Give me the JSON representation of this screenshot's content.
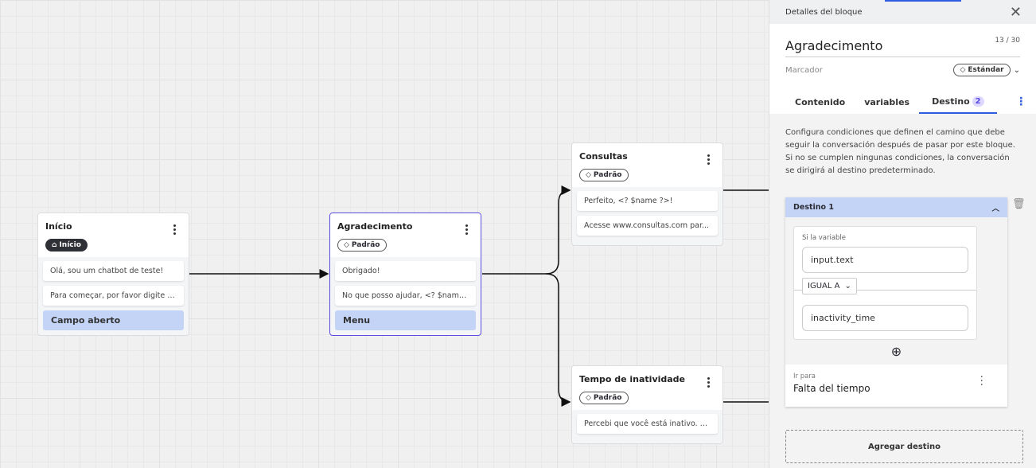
{
  "canvas": {
    "nodes": [
      {
        "title": "Início",
        "tag": "Início",
        "tag_icon": "home-icon",
        "messages": [
          "Olá, sou um chatbot de teste!",
          "Para começar, por favor digite o ..."
        ],
        "input": "Campo aberto"
      },
      {
        "title": "Agradecimento",
        "tag": "Padrão",
        "tag_icon": "tag-icon",
        "messages": [
          "Obrigado!",
          "No que posso ajudar, <? $name ..."
        ],
        "input": "Menu"
      },
      {
        "title": "Consultas",
        "tag": "Padrão",
        "tag_icon": "tag-icon",
        "messages": [
          "Perfeito, <? $name ?>!",
          "Acesse www.consultas.com par..."
        ]
      },
      {
        "title": "Tempo de inatividade",
        "tag": "Padrão",
        "tag_icon": "tag-icon",
        "messages": [
          "Percebi que você está inativo. C..."
        ]
      }
    ]
  },
  "panel": {
    "header": "Detalles del bloque",
    "name": "Agradecimento",
    "char_count": "13 / 30",
    "marker_label": "Marcador",
    "marker_value": "Estándar",
    "tabs": [
      {
        "label": "Contenido"
      },
      {
        "label": "variables"
      },
      {
        "label": "Destino",
        "badge": "2"
      }
    ],
    "description": "Configura condiciones que definen el camino que debe seguir la conversación después de pasar por este bloque. Si no se cumplen ningunas condiciones, la conversación se dirigirá al destino predeterminado.",
    "destination": {
      "title": "Destino 1",
      "condition_label": "Si la variable",
      "variable": "input.text",
      "operator": "IGUAL A",
      "value": "inactivity_time",
      "goto_label": "Ir para",
      "goto_value": "Falta del tiempo"
    },
    "add_button": "Agregar destino"
  },
  "colors": {
    "accent": "#2f5be0",
    "selected_border": "#5b4be0",
    "input_block": "#c3d4f7"
  }
}
